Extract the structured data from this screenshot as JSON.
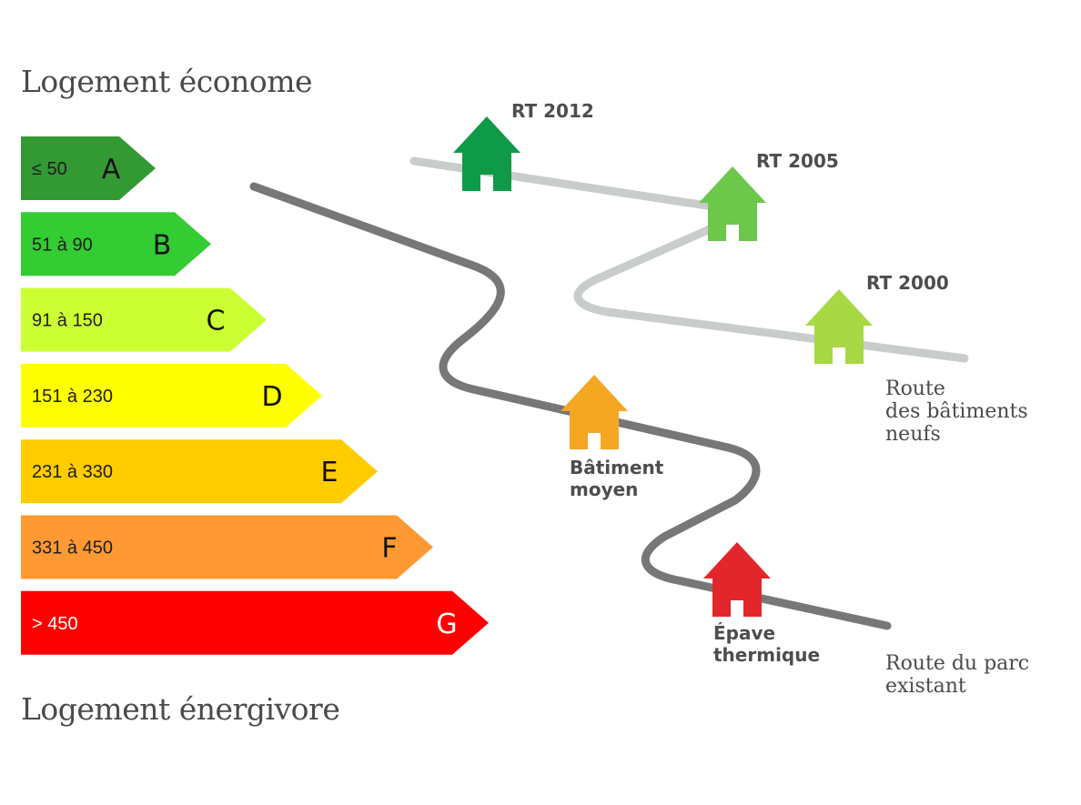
{
  "headings": {
    "top": "Logement économe",
    "bottom": "Logement énergivore"
  },
  "ratings": [
    {
      "letter": "A",
      "value": "≤ 50",
      "color": "#339933"
    },
    {
      "letter": "B",
      "value": "51 à 90",
      "color": "#33cc33"
    },
    {
      "letter": "C",
      "value": "91 à 150",
      "color": "#ccff33"
    },
    {
      "letter": "D",
      "value": "151 à 230",
      "color": "#ffff00"
    },
    {
      "letter": "E",
      "value": "231 à 330",
      "color": "#ffcc00"
    },
    {
      "letter": "F",
      "value": "331 à 450",
      "color": "#ff9933"
    },
    {
      "letter": "G",
      "value": "> 450",
      "color": "#ff0000"
    }
  ],
  "houses": [
    {
      "label": "RT 2012",
      "color": "#0f9a47"
    },
    {
      "label": "RT 2005",
      "color": "#6cc74a"
    },
    {
      "label": "RT 2000",
      "color": "#a8d843"
    },
    {
      "label": [
        "Bâtiment",
        "moyen"
      ],
      "color": "#f5a623"
    },
    {
      "label": [
        "Épave",
        "thermique"
      ],
      "color": "#e3262b"
    }
  ],
  "roads": {
    "new": {
      "label": [
        "Route",
        "des bâtiments",
        "neufs"
      ],
      "color": "#c8cccc"
    },
    "existing": {
      "label": [
        "Route du parc",
        "existant"
      ],
      "color": "#777777"
    }
  }
}
